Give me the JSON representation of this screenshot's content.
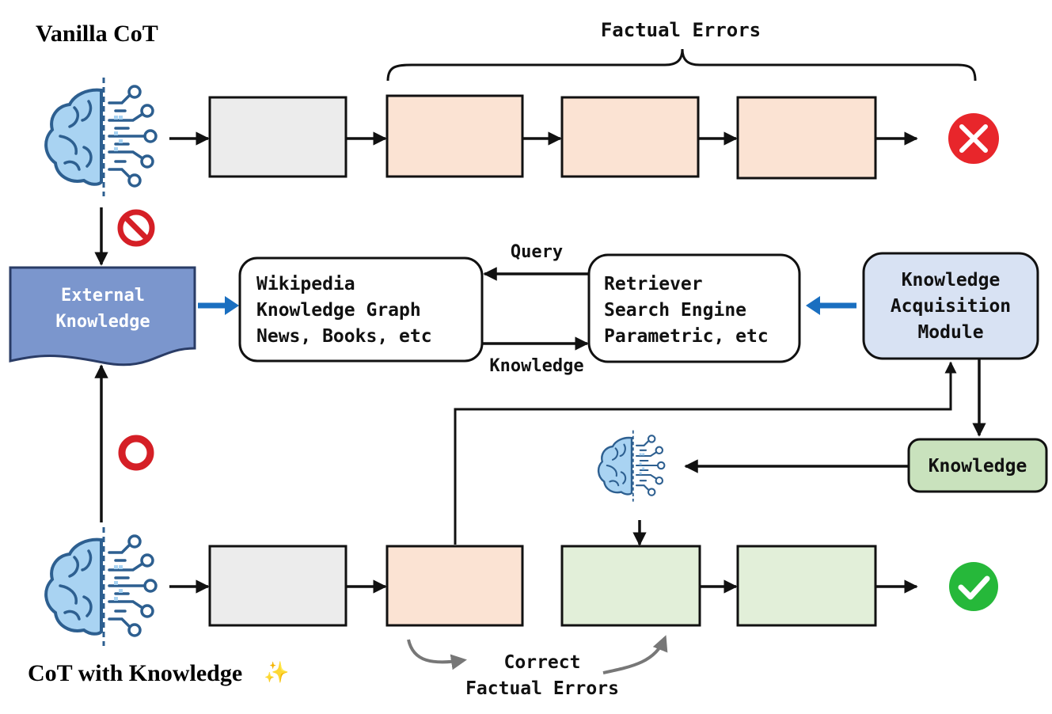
{
  "title_top": "Vanilla CoT",
  "title_bottom": "CoT with Knowledge",
  "sparkle": "✨",
  "brace_label": "Factual Errors",
  "external_knowledge": {
    "line1": "External",
    "line2": "Knowledge"
  },
  "sources": {
    "line1": "Wikipedia",
    "line2": "Knowledge Graph",
    "line3": "News, Books, etc"
  },
  "retriever": {
    "line1": "Retriever",
    "line2": "Search Engine",
    "line3": "Parametric, etc"
  },
  "acquisition": {
    "line1": "Knowledge",
    "line2": "Acquisition",
    "line3": "Module"
  },
  "knowledge_box": "Knowledge",
  "query_label": "Query",
  "knowledge_label": "Knowledge",
  "correct_label": {
    "line1": "Correct",
    "line2": "Factual Errors"
  },
  "icons": {
    "brain": "brain-circuit-icon",
    "fail": "red-x-icon",
    "success": "green-check-icon",
    "forbidden": "no-entry-icon",
    "allowed": "red-ring-icon"
  },
  "colors": {
    "gray_step": "#ececec",
    "error_step": "#fbe3d3",
    "correct_step": "#e2efd9",
    "external_knowledge": "#7b96cd",
    "acquisition": "#d8e2f3",
    "knowledge_box": "#c9e2bd",
    "blue_arrow": "#1a6fc0",
    "fail": "#e8262b",
    "success": "#26b83a"
  }
}
